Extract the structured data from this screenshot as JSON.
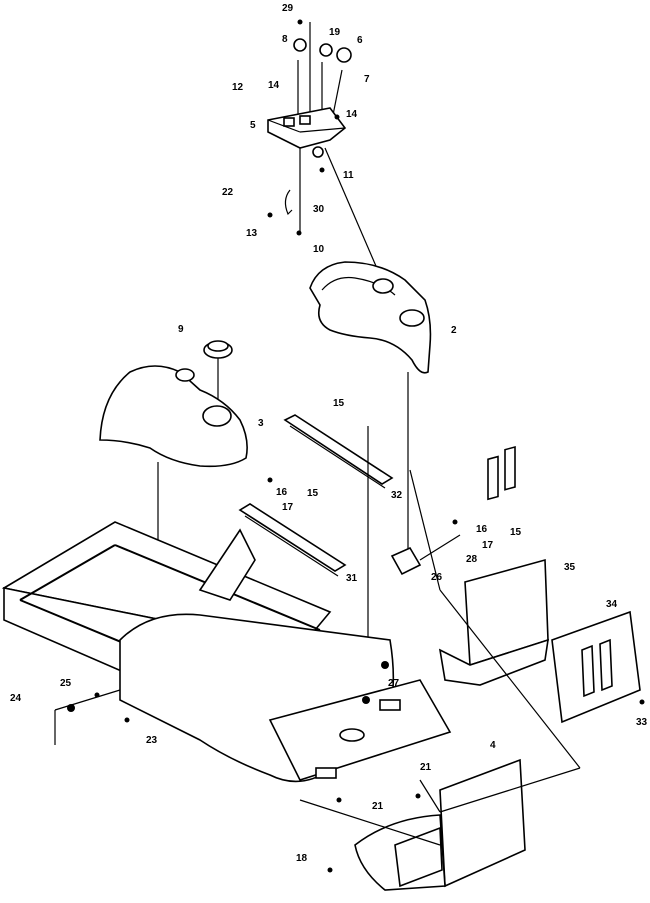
{
  "diagram": {
    "callouts": [
      "29",
      "8",
      "19",
      "6",
      "7",
      "12",
      "14",
      "14",
      "5",
      "11",
      "22",
      "30",
      "13",
      "10",
      "2",
      "9",
      "3",
      "15",
      "16",
      "15",
      "17",
      "32",
      "31",
      "16",
      "15",
      "17",
      "28",
      "26",
      "35",
      "34",
      "24",
      "25",
      "23",
      "27",
      "33",
      "4",
      "21",
      "21",
      "18"
    ]
  }
}
